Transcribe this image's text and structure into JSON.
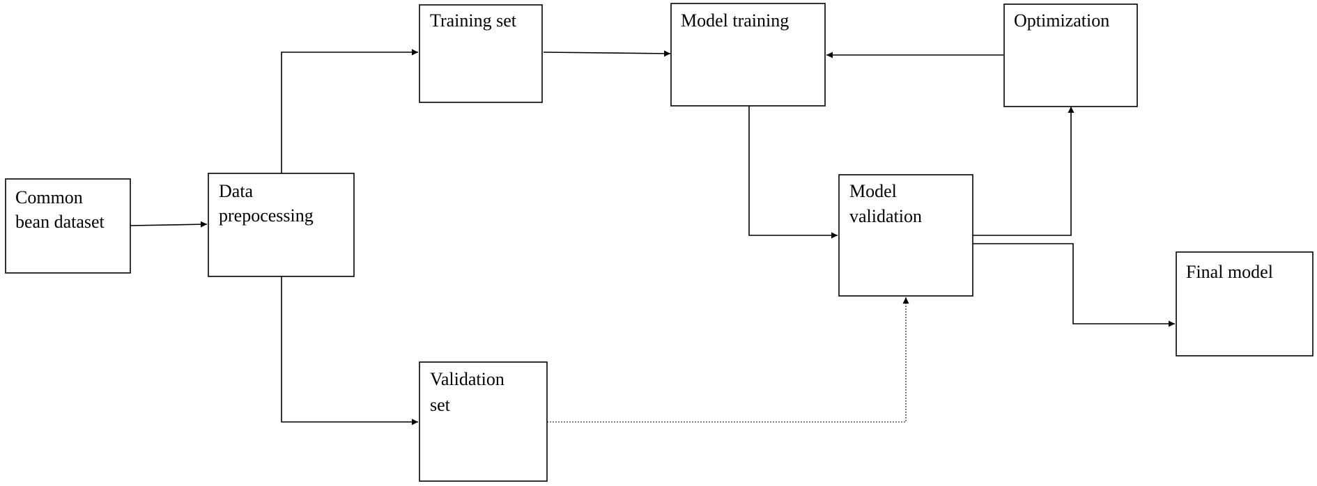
{
  "diagram": {
    "nodes": {
      "common_bean_dataset": {
        "line1": "Common",
        "line2": "bean dataset"
      },
      "data_preprocessing": {
        "line1": "Data",
        "line2": "prepocessing"
      },
      "training_set": {
        "line1": "Training set"
      },
      "validation_set": {
        "line1": "Validation",
        "line2": "set"
      },
      "model_training": {
        "line1": "Model training"
      },
      "model_validation": {
        "line1": "Model",
        "line2": "validation"
      },
      "optimization": {
        "line1": "Optimization"
      },
      "final_model": {
        "line1": "Final model"
      }
    },
    "edges": [
      {
        "from": "common_bean_dataset",
        "to": "data_preprocessing",
        "style": "solid"
      },
      {
        "from": "data_preprocessing",
        "to": "training_set",
        "style": "solid"
      },
      {
        "from": "data_preprocessing",
        "to": "validation_set",
        "style": "solid"
      },
      {
        "from": "training_set",
        "to": "model_training",
        "style": "solid"
      },
      {
        "from": "optimization",
        "to": "model_training",
        "style": "solid"
      },
      {
        "from": "model_training",
        "to": "model_validation",
        "style": "solid"
      },
      {
        "from": "model_validation",
        "to": "optimization",
        "style": "solid"
      },
      {
        "from": "model_validation",
        "to": "final_model",
        "style": "solid"
      },
      {
        "from": "validation_set",
        "to": "model_validation",
        "style": "dotted"
      }
    ]
  }
}
